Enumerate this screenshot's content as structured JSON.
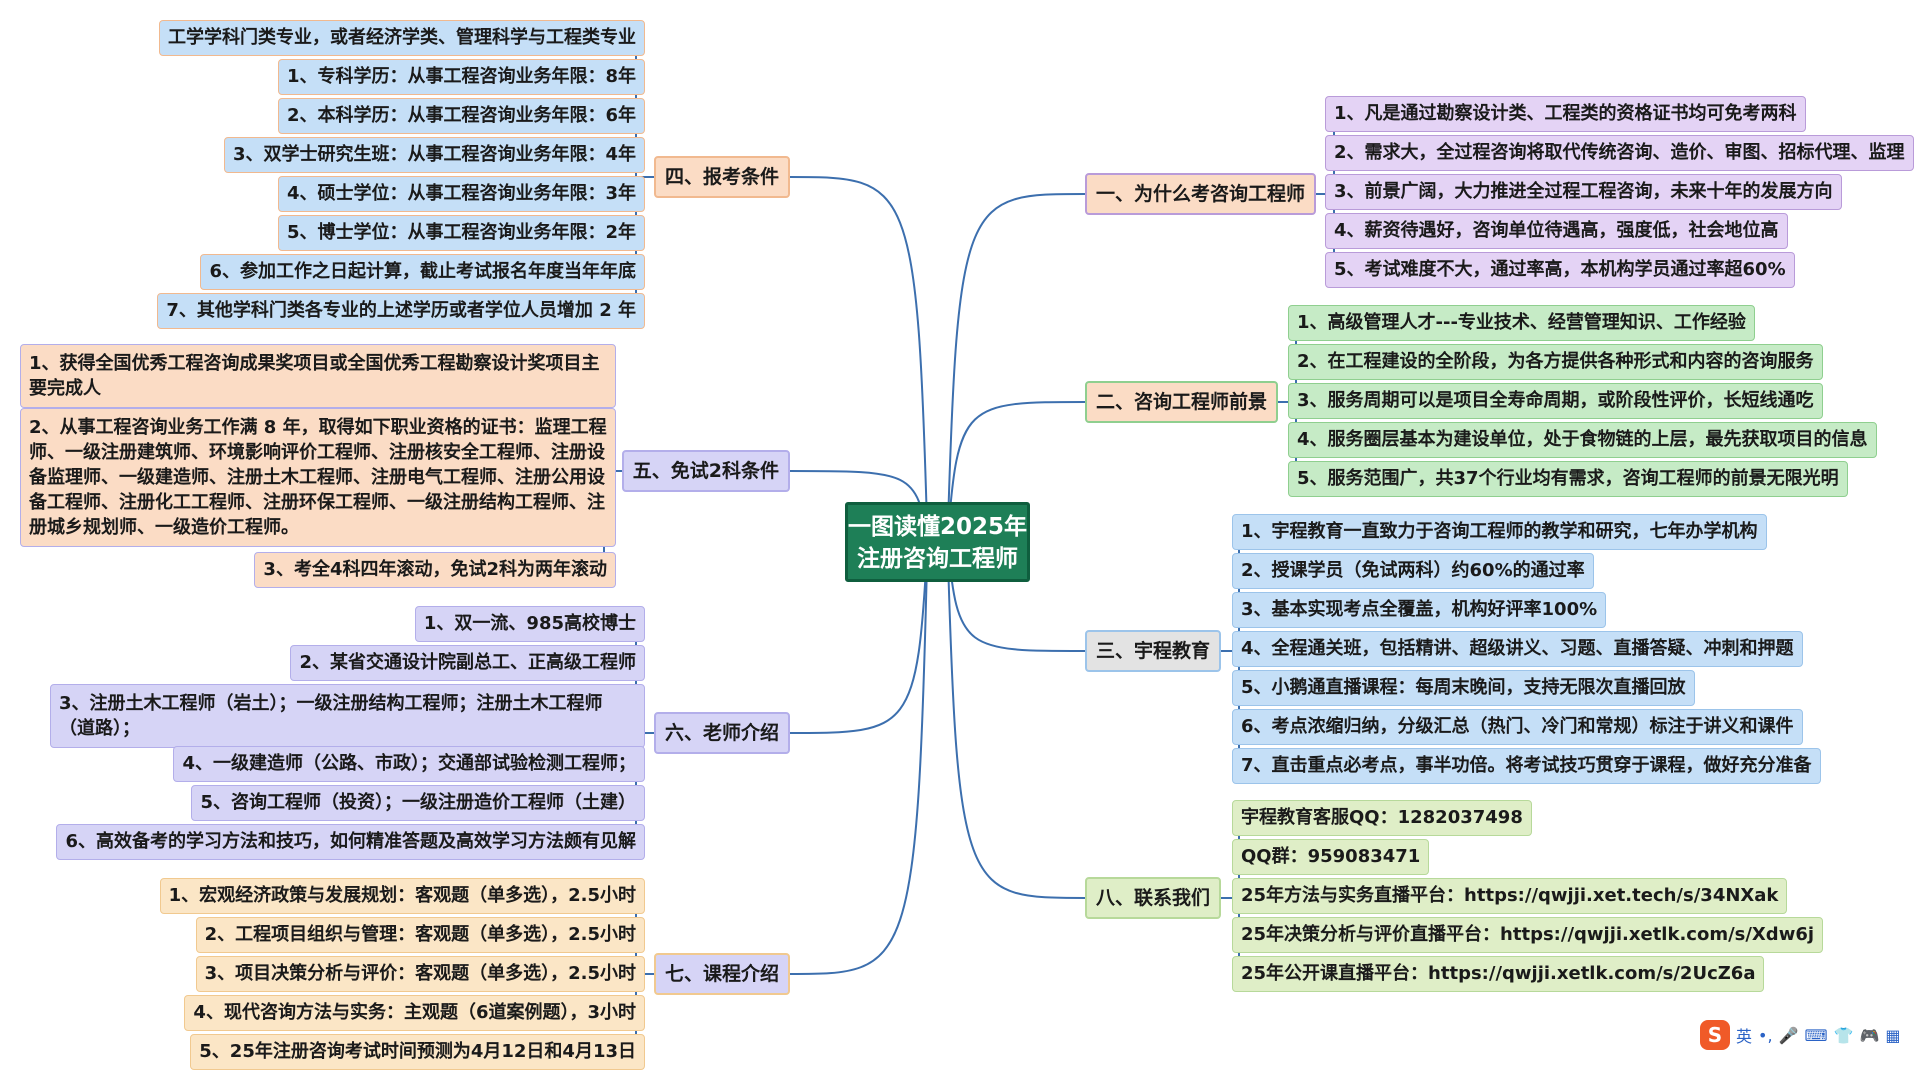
{
  "root": {
    "line1": "一图读懂2025年",
    "line2": "注册咨询工程师"
  },
  "colors": {
    "c1": "#e4d3f5",
    "c2": "#c6ebc6",
    "c3": "#c5dff7",
    "c4": "#fbdcc5",
    "c5": "#dad8f6",
    "c6": "#d6d4f6",
    "c7": "#fbe6c6",
    "c8": "#dfeec7",
    "branch_1": "#fbdcc5",
    "branch_2": "#fbdcc5",
    "branch_3": "#e3e3e3",
    "branch_4": "#fbdcc5",
    "branch_5": "#d6d4f6",
    "branch_6": "#d6d4f6",
    "branch_7": "#d6d4f6",
    "branch_8": "#dfeec7",
    "line": "#3c6fae",
    "root": "#1e7f57"
  },
  "branches": [
    {
      "id": "b1",
      "side": "right",
      "label": "一、为什么考咨询工程师",
      "items": [
        "1、凡是通过勘察设计类、工程类的资格证书均可免考两科",
        "2、需求大，全过程咨询将取代传统咨询、造价、审图、招标代理、监理",
        "3、前景广阔，大力推进全过程工程咨询，未来十年的发展方向",
        "4、薪资待遇好，咨询单位待遇高，强度低，社会地位高",
        "5、考试难度不大，通过率高，本机构学员通过率超60%"
      ]
    },
    {
      "id": "b2",
      "side": "right",
      "label": "二、咨询工程师前景",
      "items": [
        "1、高级管理人才---专业技术、经营管理知识、工作经验",
        "2、在工程建设的全阶段，为各方提供各种形式和内容的咨询服务",
        "3、服务周期可以是项目全寿命周期，或阶段性评价，长短线通吃",
        "4、服务圈层基本为建设单位，处于食物链的上层，最先获取项目的信息",
        "5、服务范围广，共37个行业均有需求，咨询工程师的前景无限光明"
      ]
    },
    {
      "id": "b3",
      "side": "right",
      "label": "三、宇程教育",
      "items": [
        "1、宇程教育一直致力于咨询工程师的教学和研究，七年办学机构",
        "2、授课学员（免试两科）约60%的通过率",
        "3、基本实现考点全覆盖，机构好评率100%",
        "4、全程通关班，包括精讲、超级讲义、习题、直播答疑、冲刺和押题",
        "5、小鹅通直播课程：每周末晚间，支持无限次直播回放",
        "6、考点浓缩归纳，分级汇总（热门、冷门和常规）标注于讲义和课件",
        "7、直击重点必考点，事半功倍。将考试技巧贯穿于课程，做好充分准备"
      ]
    },
    {
      "id": "b8",
      "side": "right",
      "label": "八、联系我们",
      "items": [
        "宇程教育客服QQ：1282037498",
        "QQ群：959083471",
        "25年方法与实务直播平台：https://qwjji.xet.tech/s/34NXak",
        "25年决策分析与评价直播平台：https://qwjji.xetlk.com/s/Xdw6j",
        "25年公开课直播平台：https://qwjji.xetlk.com/s/2UcZ6a"
      ]
    },
    {
      "id": "b4",
      "side": "left",
      "label": "四、报考条件",
      "items": [
        "工学学科门类专业，或者经济学类、管理科学与工程类专业",
        "1、专科学历：从事工程咨询业务年限：8年",
        "2、本科学历：从事工程咨询业务年限：6年",
        "3、双学士研究生班：从事工程咨询业务年限：4年",
        "4、硕士学位：从事工程咨询业务年限：3年",
        "5、博士学位：从事工程咨询业务年限：2年",
        "6、参加工作之日起计算，截止考试报名年度当年年底",
        "7、其他学科门类各专业的上述学历或者学位人员增加 2 年"
      ]
    },
    {
      "id": "b5",
      "side": "left",
      "label": "五、免试2科条件",
      "items": [
        "1、获得全国优秀工程咨询成果奖项目或全国优秀工程勘察设计奖项目主要完成人",
        "2、从事工程咨询业务工作满 8 年，取得如下职业资格的证书：监理工程师、一级注册建筑师、环境影响评价工程师、注册核安全工程师、注册设备监理师、一级建造师、注册土木工程师、注册电气工程师、注册公用设备工程师、注册化工工程师、注册环保工程师、一级注册结构工程师、注册城乡规划师、一级造价工程师。",
        "3、考全4科四年滚动，免试2科为两年滚动"
      ]
    },
    {
      "id": "b6",
      "side": "left",
      "label": "六、老师介绍",
      "items": [
        "1、双一流、985高校博士",
        "2、某省交通设计院副总工、正高级工程师",
        "3、注册土木工程师（岩土）；一级注册结构工程师；注册土木工程师（道路）；",
        "4、一级建造师（公路、市政）；交通部试验检测工程师；",
        "5、咨询工程师（投资）；一级注册造价工程师（土建）",
        "6、高效备考的学习方法和技巧，如何精准答题及高效学习方法颇有见解"
      ]
    },
    {
      "id": "b7",
      "side": "left",
      "label": "七、课程介绍",
      "items": [
        "1、宏观经济政策与发展规划：客观题（单多选），2.5小时",
        "2、工程项目组织与管理：客观题（单多选），2.5小时",
        "3、项目决策分析与评价：客观题（单多选），2.5小时",
        "4、现代咨询方法与实务：主观题（6道案例题），3小时",
        "5、25年注册咨询考试时间预测为4月12日和4月13日"
      ]
    }
  ],
  "toolbar": {
    "logo": "S",
    "lang": "英",
    "icons": [
      "punctuation-icon",
      "microphone-icon",
      "keyboard-icon",
      "skin-icon",
      "game-icon",
      "grid-icon"
    ]
  }
}
